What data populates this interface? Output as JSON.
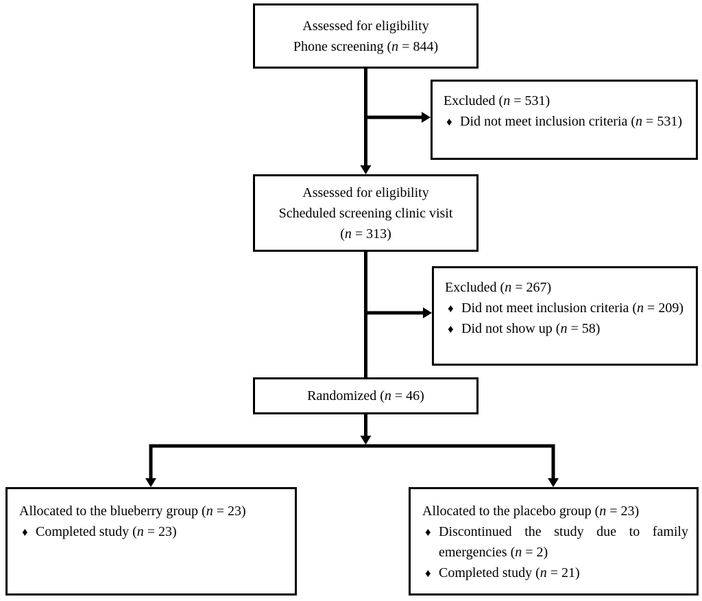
{
  "diagram": {
    "title_hint": "Participant flow diagram (CONSORT style)",
    "bullet_glyph": "♦",
    "colors": {
      "line": "#000000",
      "text": "#000000",
      "background": "#ffffff"
    },
    "boxes": {
      "phone": {
        "lines": [
          "Assessed for eligibility",
          "Phone screening (n = 844)"
        ]
      },
      "excluded1": {
        "title": "Excluded (n = 531)",
        "items": [
          "Did not meet inclusion criteria (n = 531)"
        ]
      },
      "clinic": {
        "lines": [
          "Assessed for eligibility",
          "Scheduled screening clinic visit",
          "(n = 313)"
        ]
      },
      "excluded2": {
        "title": "Excluded (n = 267)",
        "items": [
          "Did not meet inclusion criteria (n = 209)",
          "Did not show up (n = 58)"
        ]
      },
      "randomized": {
        "lines": [
          "Randomized (n = 46)"
        ]
      },
      "blueberry": {
        "title": "Allocated to the blueberry group (n = 23)",
        "items": [
          "Completed study (n = 23)"
        ]
      },
      "placebo": {
        "title": "Allocated to the placebo group (n = 23)",
        "items": [
          "Discontinued the study due to family emergencies (n = 2)",
          "Completed study (n = 21)"
        ]
      }
    }
  }
}
